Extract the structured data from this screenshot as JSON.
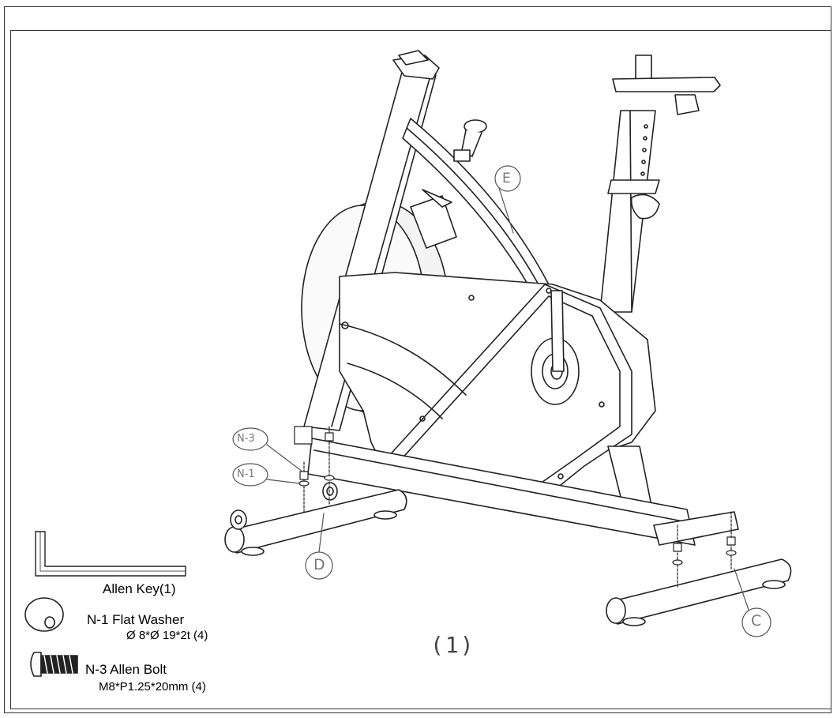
{
  "callouts": {
    "E": "E",
    "D": "D",
    "C": "C",
    "N3": "N-3",
    "N1": "N-1"
  },
  "parts": {
    "allen_key": "Allen Key(1)",
    "n1_label": "N-1 Flat Washer",
    "n1_spec": "Ø 8*Ø 19*2t (4)",
    "n3_label": "N-3 Allen Bolt",
    "n3_spec": "M8*P1.25*20mm (4)"
  },
  "step": "(1)"
}
